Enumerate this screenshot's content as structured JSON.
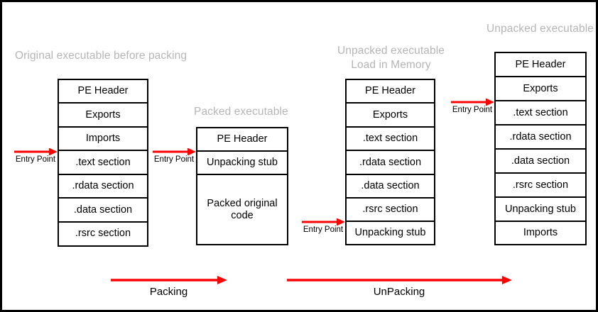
{
  "diagram": {
    "title": "PE executable packing and unpacking",
    "background_color": "#ffffff",
    "border_color": "#000000",
    "caption_color": "#b5b5b5",
    "arrow_color": "#ff0000",
    "box_text_color": "#000000"
  },
  "captions": {
    "original": "Original executable before packing",
    "packed": "Packed executable",
    "unpacked_memory": "Unpacked executable\nLoad in Memory",
    "unpacked": "Unpacked executable"
  },
  "stacks": [
    {
      "id": "original-executable",
      "caption": "Original executable before packing",
      "rows": [
        {
          "label": "PE Header"
        },
        {
          "label": "Exports"
        },
        {
          "label": "Imports"
        },
        {
          "label": ".text section"
        },
        {
          "label": ".rdata section"
        },
        {
          "label": ".data section"
        },
        {
          "label": ".rsrc section"
        }
      ]
    },
    {
      "id": "packed-executable",
      "caption": "Packed executable",
      "rows": [
        {
          "label": "PE Header"
        },
        {
          "label": "Unpacking stub"
        },
        {
          "label": "Packed original code"
        }
      ]
    },
    {
      "id": "unpacked-executable-memory",
      "caption": "Unpacked executable Load in Memory",
      "rows": [
        {
          "label": "PE Header"
        },
        {
          "label": "Exports"
        },
        {
          "label": ".text section"
        },
        {
          "label": ".rdata section"
        },
        {
          "label": ".data section"
        },
        {
          "label": ".rsrc section"
        },
        {
          "label": "Unpacking stub"
        }
      ]
    },
    {
      "id": "unpacked-executable",
      "caption": "Unpacked executable",
      "rows": [
        {
          "label": "PE Header"
        },
        {
          "label": "Exports"
        },
        {
          "label": ".text section"
        },
        {
          "label": ".rdata section"
        },
        {
          "label": ".data section"
        },
        {
          "label": ".rsrc section"
        },
        {
          "label": "Unpacking stub"
        },
        {
          "label": "Imports"
        }
      ]
    }
  ],
  "entry_points": [
    {
      "id": "entry-point-original",
      "label": "Entry Point",
      "target_row": ".text section"
    },
    {
      "id": "entry-point-packed",
      "label": "Entry Point",
      "target_row": "Unpacking stub"
    },
    {
      "id": "entry-point-memory",
      "label": "Entry Point",
      "target_row": "Unpacking stub"
    },
    {
      "id": "entry-point-unpacked",
      "label": "Entry Point",
      "target_row": ".text section"
    }
  ],
  "process_arrows": [
    {
      "id": "packing-arrow",
      "label": "Packing"
    },
    {
      "id": "unpacking-arrow",
      "label": "UnPacking"
    }
  ]
}
